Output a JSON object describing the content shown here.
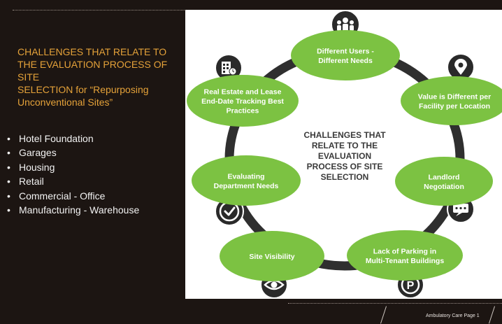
{
  "left": {
    "heading_lines": [
      "CHALLENGES THAT RELATE TO",
      "THE  EVALUATION PROCESS OF",
      "SITE",
      "SELECTION for “Repurposing",
      "Unconventional Sites”"
    ],
    "bullets": [
      "Hotel Foundation",
      "Garages",
      "Housing",
      "Retail",
      "Commercial - Office",
      "Manufacturing - Warehouse"
    ]
  },
  "diagram": {
    "center_lines": [
      "CHALLENGES THAT",
      "RELATE TO THE",
      "EVALUATION",
      "PROCESS OF SITE",
      "SELECTION"
    ],
    "nodes": [
      {
        "lines": [
          "Different Users -",
          "Different Needs"
        ],
        "icon": "people-icon"
      },
      {
        "lines": [
          "Value is Different per",
          "Facility per Location"
        ],
        "icon": "location-pin-icon"
      },
      {
        "lines": [
          "Landlord",
          "Negotiation"
        ],
        "icon": "chat-bubble-icon"
      },
      {
        "lines": [
          "Lack of Parking in",
          "Multi-Tenant Buildings"
        ],
        "icon": "parking-icon"
      },
      {
        "lines": [
          "Site Visibility"
        ],
        "icon": "eye-icon"
      },
      {
        "lines": [
          "Evaluating",
          "Department Needs"
        ],
        "icon": "checkmark-icon"
      },
      {
        "lines": [
          "Real Estate and Lease",
          "End-Date Tracking Best",
          "Practices"
        ],
        "icon": "building-clock-icon"
      }
    ],
    "colors": {
      "oval": "#7cc242",
      "ring": "#2f2f2f",
      "icon_circle": "#2a2a2a"
    }
  },
  "footer": {
    "text": "Ambulatory Care  Page 1"
  }
}
